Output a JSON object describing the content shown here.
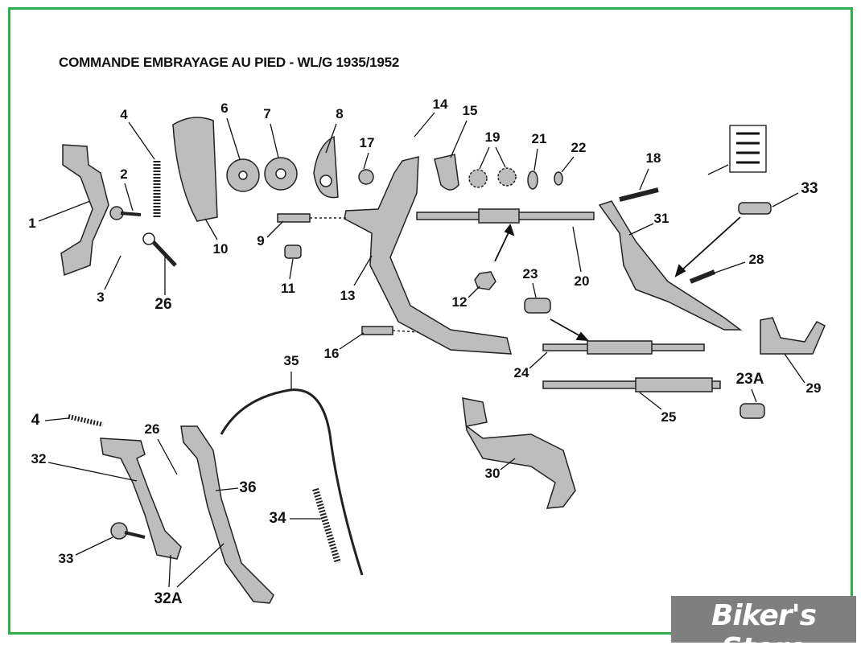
{
  "title": "COMMANDE EMBRAYAGE AU PIED - WL/G 1935/1952",
  "watermark": "Biker's Store",
  "colors": {
    "border": "#2fae4a",
    "part_fill": "#b9b9b9",
    "watermark_bg": "#7f7f7f"
  },
  "labels": [
    "1",
    "2",
    "3",
    "4",
    "26",
    "10",
    "6",
    "7",
    "8",
    "17",
    "14",
    "15",
    "19",
    "21",
    "22",
    "18",
    "33",
    "31",
    "28",
    "9",
    "11",
    "13",
    "12",
    "23",
    "20",
    "16",
    "24",
    "25",
    "23A",
    "29",
    "35",
    "4",
    "26",
    "32",
    "36",
    "34",
    "30",
    "33",
    "32A"
  ]
}
